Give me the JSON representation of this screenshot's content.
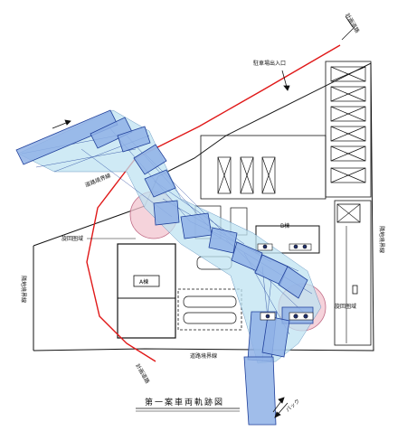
{
  "diagram": {
    "title": "第一案車両軌跡図",
    "labels": {
      "parking_entrance": "駐車場出入口",
      "road_boundary_left": "道路境界線",
      "road_boundary_bottom": "道路境界線",
      "road_boundary_right": "隣地境界線",
      "road_boundary_left_side": "隣地境界線",
      "turn_circle_left": "旋回圏域",
      "turn_circle_right": "旋回圏域",
      "building_a": "A棟",
      "building_b": "B棟",
      "road_top": "計画道路",
      "road_bottom": "計画道路",
      "back": "バック"
    },
    "colors": {
      "red_line": "#e01818",
      "truck_fill": "#8fb2e6",
      "truck_stroke": "#1f3f9a",
      "circle_fill": "#f2c4cf",
      "circle_stroke": "#c06a85",
      "sweep_fill": "#bfe3f2",
      "line": "#111111"
    }
  }
}
